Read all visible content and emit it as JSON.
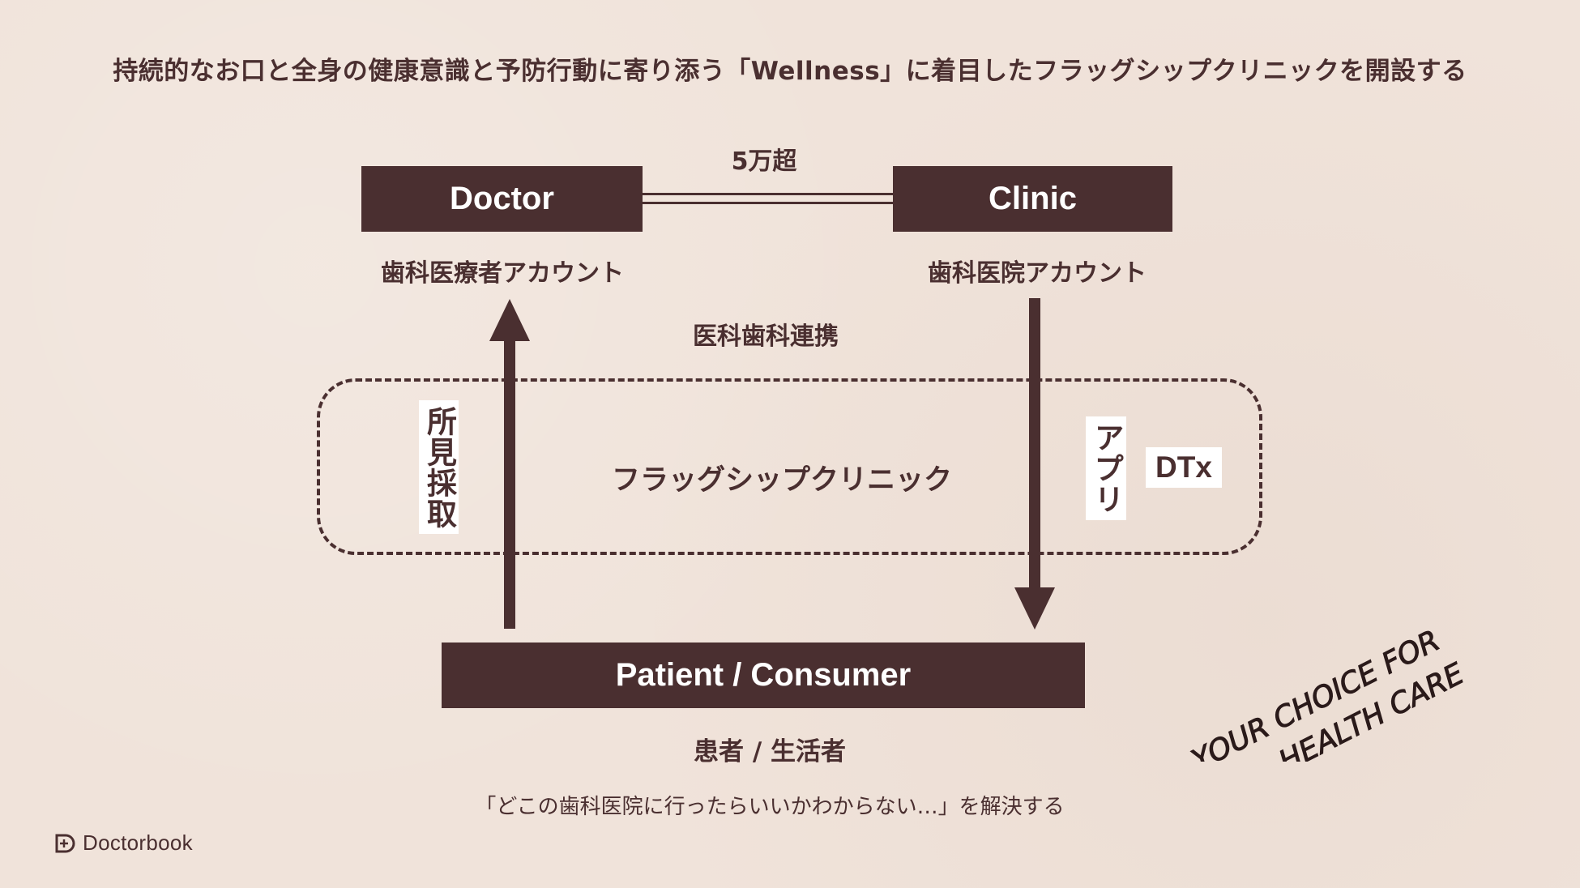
{
  "headline": "持続的なお口と全身の健康意識と予防行動に寄り添う「Wellness」に着目したフラッグシップクリニックを開設する",
  "nodes": {
    "doctor": {
      "title": "Doctor",
      "subtitle": "歯科医療者アカウント"
    },
    "clinic": {
      "title": "Clinic",
      "subtitle": "歯科医院アカウント"
    },
    "patient": {
      "title": "Patient / Consumer",
      "subtitle": "患者 / 生活者"
    }
  },
  "connection": {
    "doctor_clinic_label": "5万超"
  },
  "collaboration_label": "医科歯科連携",
  "flagship": {
    "label": "フラッグシップクリニック"
  },
  "arrows": {
    "up_tag": "所見採取",
    "down_tag": "アプリ",
    "down_extra_tag": "DTx"
  },
  "footer_note": "「どこの歯科医院に行ったらいいかわからない…」を解決する",
  "handwritten_slogan": [
    "YOUR CHOICE FOR",
    "HEALTH CARE"
  ],
  "logo": {
    "icon": "doctorbook-logo-icon",
    "text": "Doctorbook"
  },
  "colors": {
    "background": "#f0e3da",
    "primary": "#4a2f30",
    "tag_background": "#ffffff"
  }
}
